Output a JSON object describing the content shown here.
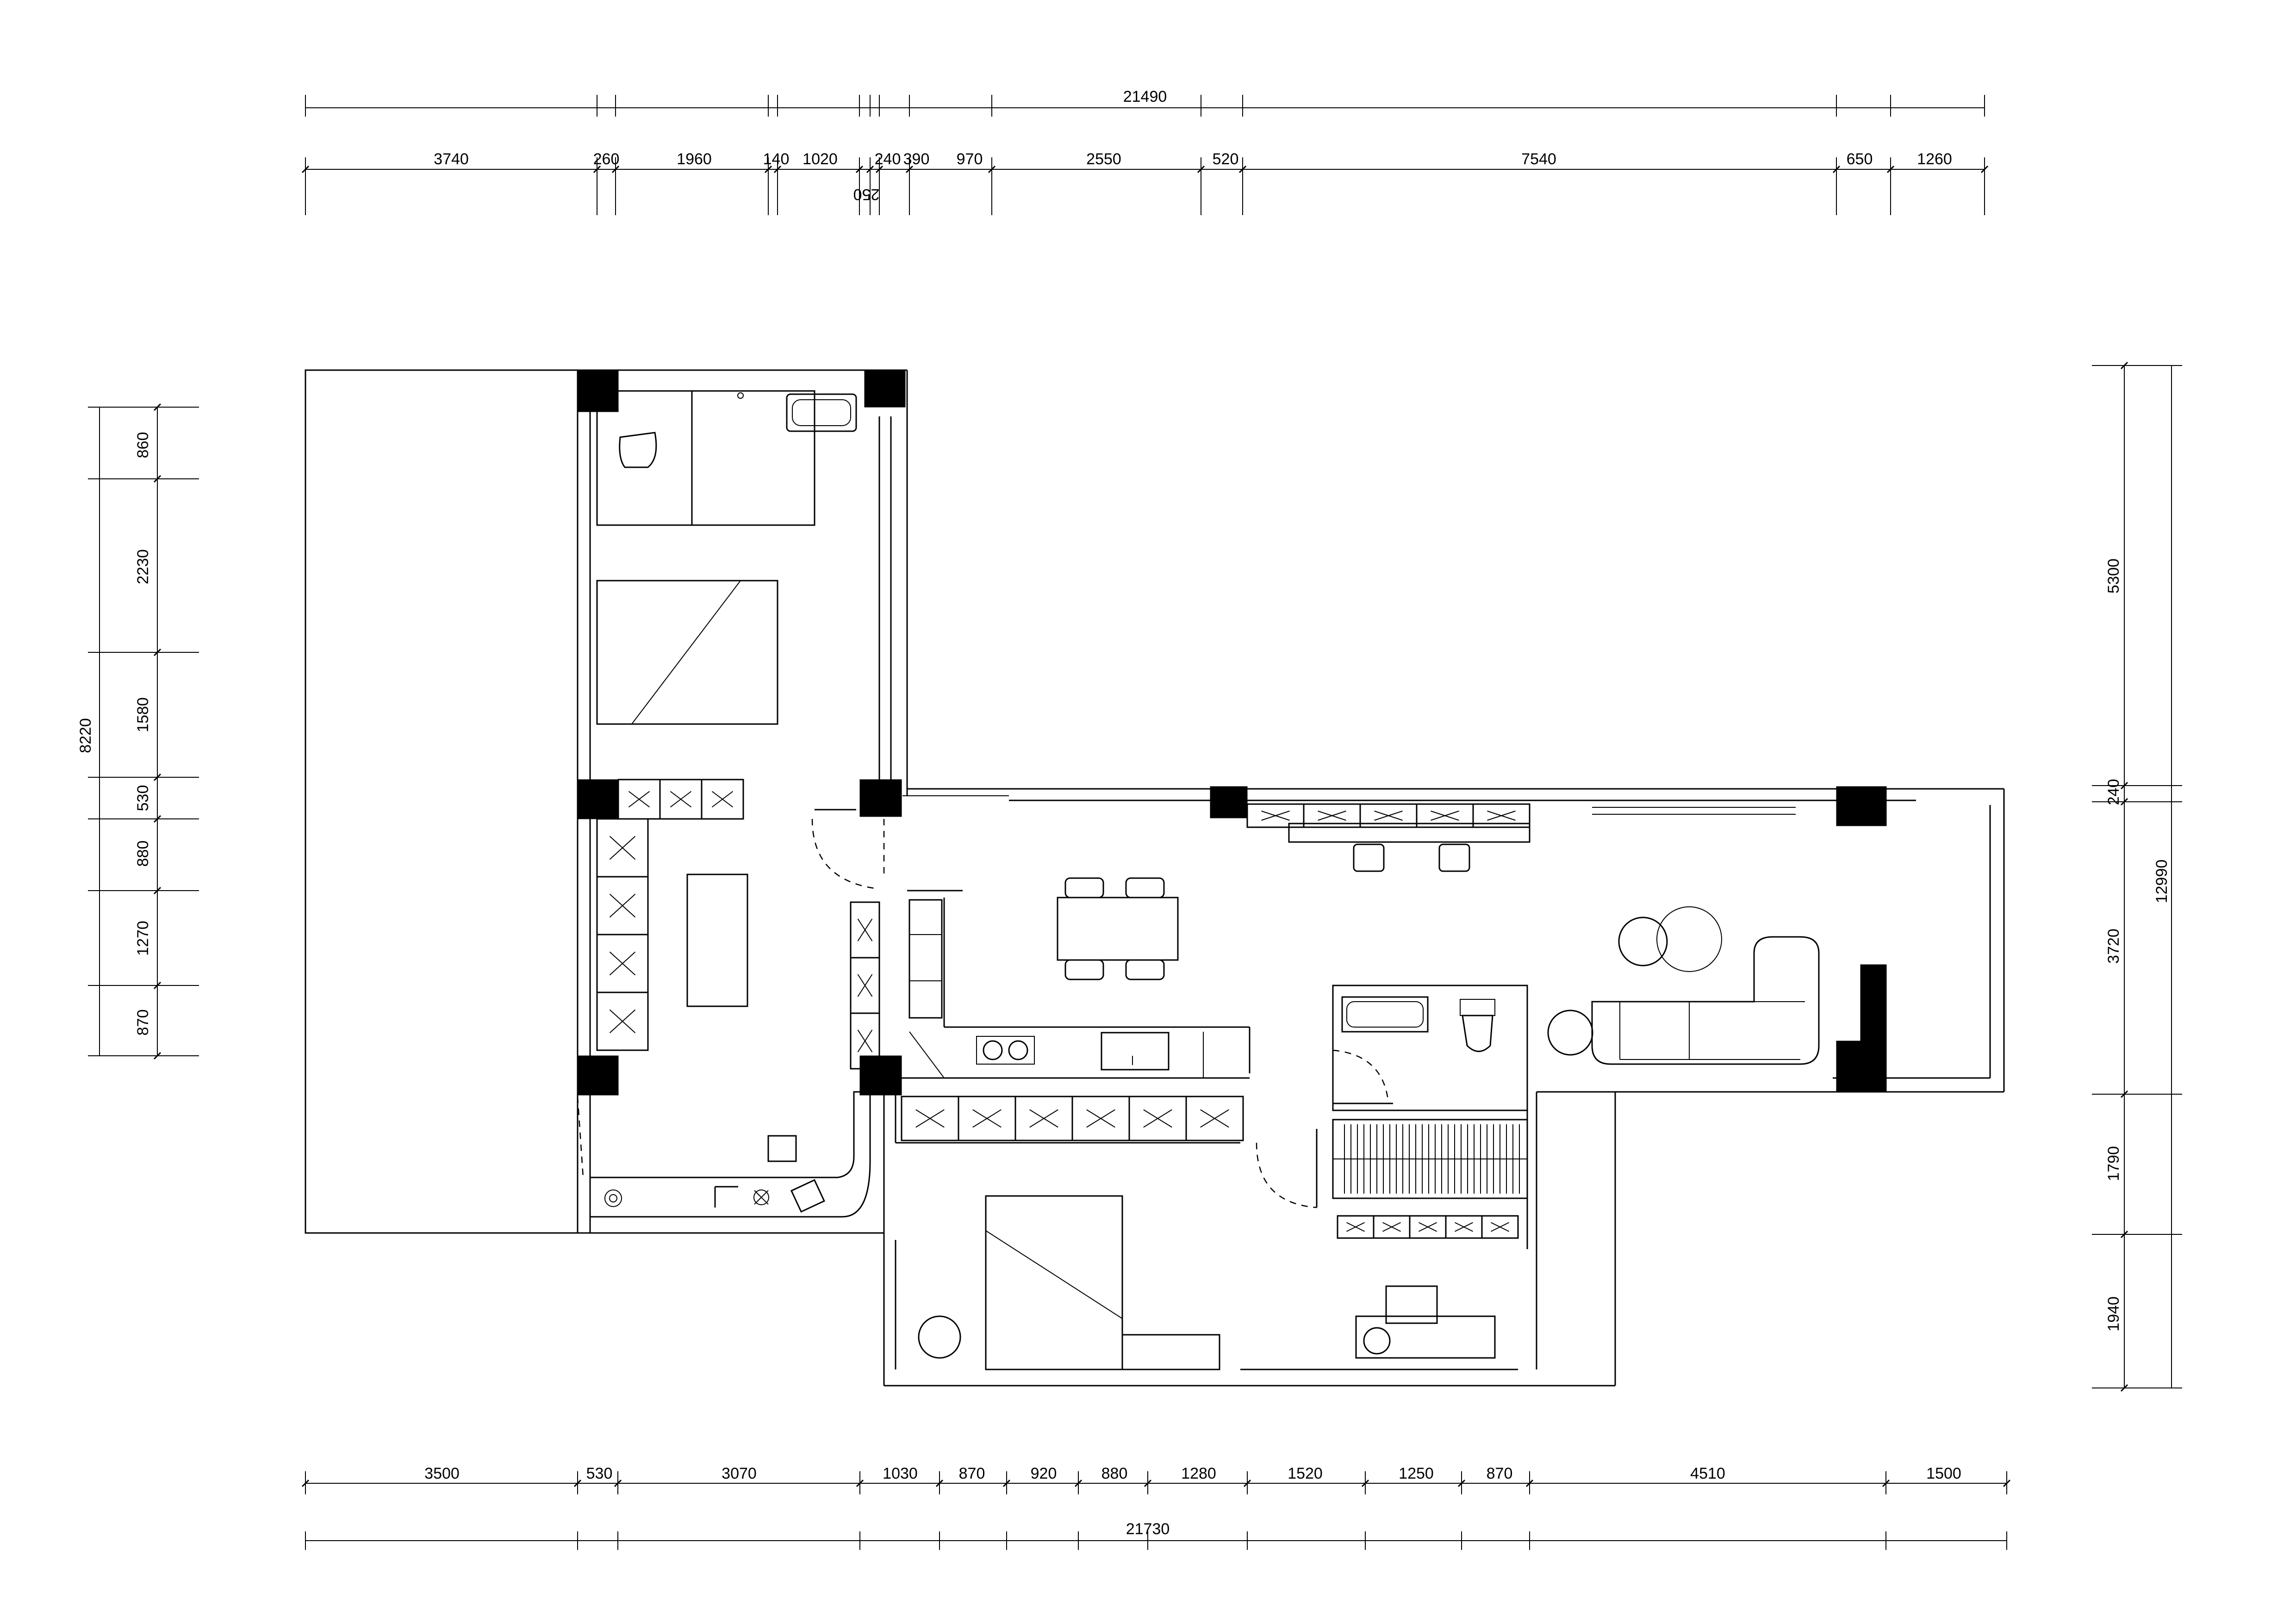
{
  "dimensions": {
    "top_total": "21490",
    "top": [
      "3740",
      "260",
      "1960",
      "140",
      "1020",
      "250",
      "240",
      "390",
      "970",
      "2550",
      "520",
      "7540",
      "650",
      "1260"
    ],
    "bottom": [
      "3500",
      "530",
      "3070",
      "1030",
      "870",
      "920",
      "880",
      "1280",
      "1520",
      "1250",
      "870",
      "4510",
      "1500"
    ],
    "bottom_total": "21730",
    "left_total": "8220",
    "left": [
      "860",
      "2230",
      "1580",
      "530",
      "880",
      "1270",
      "870"
    ],
    "right": [
      "5300",
      "240",
      "3720",
      "1790",
      "1940"
    ],
    "right_total": "12990"
  },
  "colors": {
    "line": "#000000",
    "background": "#ffffff",
    "column": "#000000"
  }
}
